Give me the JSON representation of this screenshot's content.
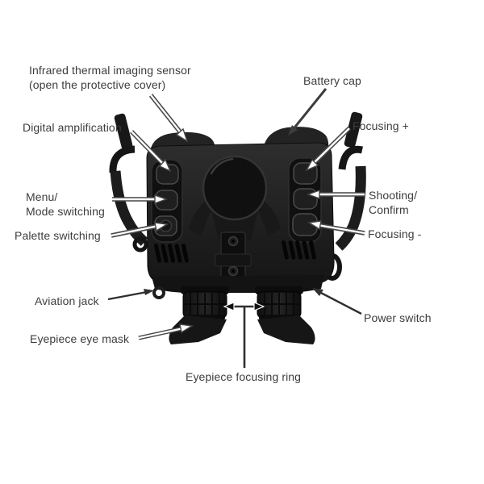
{
  "diagram": {
    "subject": "thermal-imaging-binoculars-parts-diagram",
    "labels": {
      "infrared_sensor_line1": "Infrared thermal imaging sensor",
      "infrared_sensor_line2": "(open the protective cover)",
      "battery_cap": "Battery cap",
      "digital_amplification": "Digital amplification",
      "focusing_plus": "Focusing +",
      "menu_line1": "Menu/",
      "menu_line2": "Mode switching",
      "shooting_line1": "Shooting/",
      "shooting_line2": "Confirm",
      "palette_switching": "Palette switching",
      "focusing_minus": "Focusing -",
      "aviation_jack": "Aviation jack",
      "power_switch": "Power switch",
      "eyepiece_eye_mask": "Eyepiece eye mask",
      "eyepiece_focusing_ring": "Eyepiece focusing ring"
    },
    "colors": {
      "background": "#ffffff",
      "label_text": "#3d3d3d",
      "device_body_dark": "#1a1a1a",
      "device_body_light": "#2b2b2b",
      "arrow_solid": "#3d3d3d",
      "arrow_outline_stroke": "#474747",
      "arrow_outline_fill": "#ffffff"
    }
  }
}
